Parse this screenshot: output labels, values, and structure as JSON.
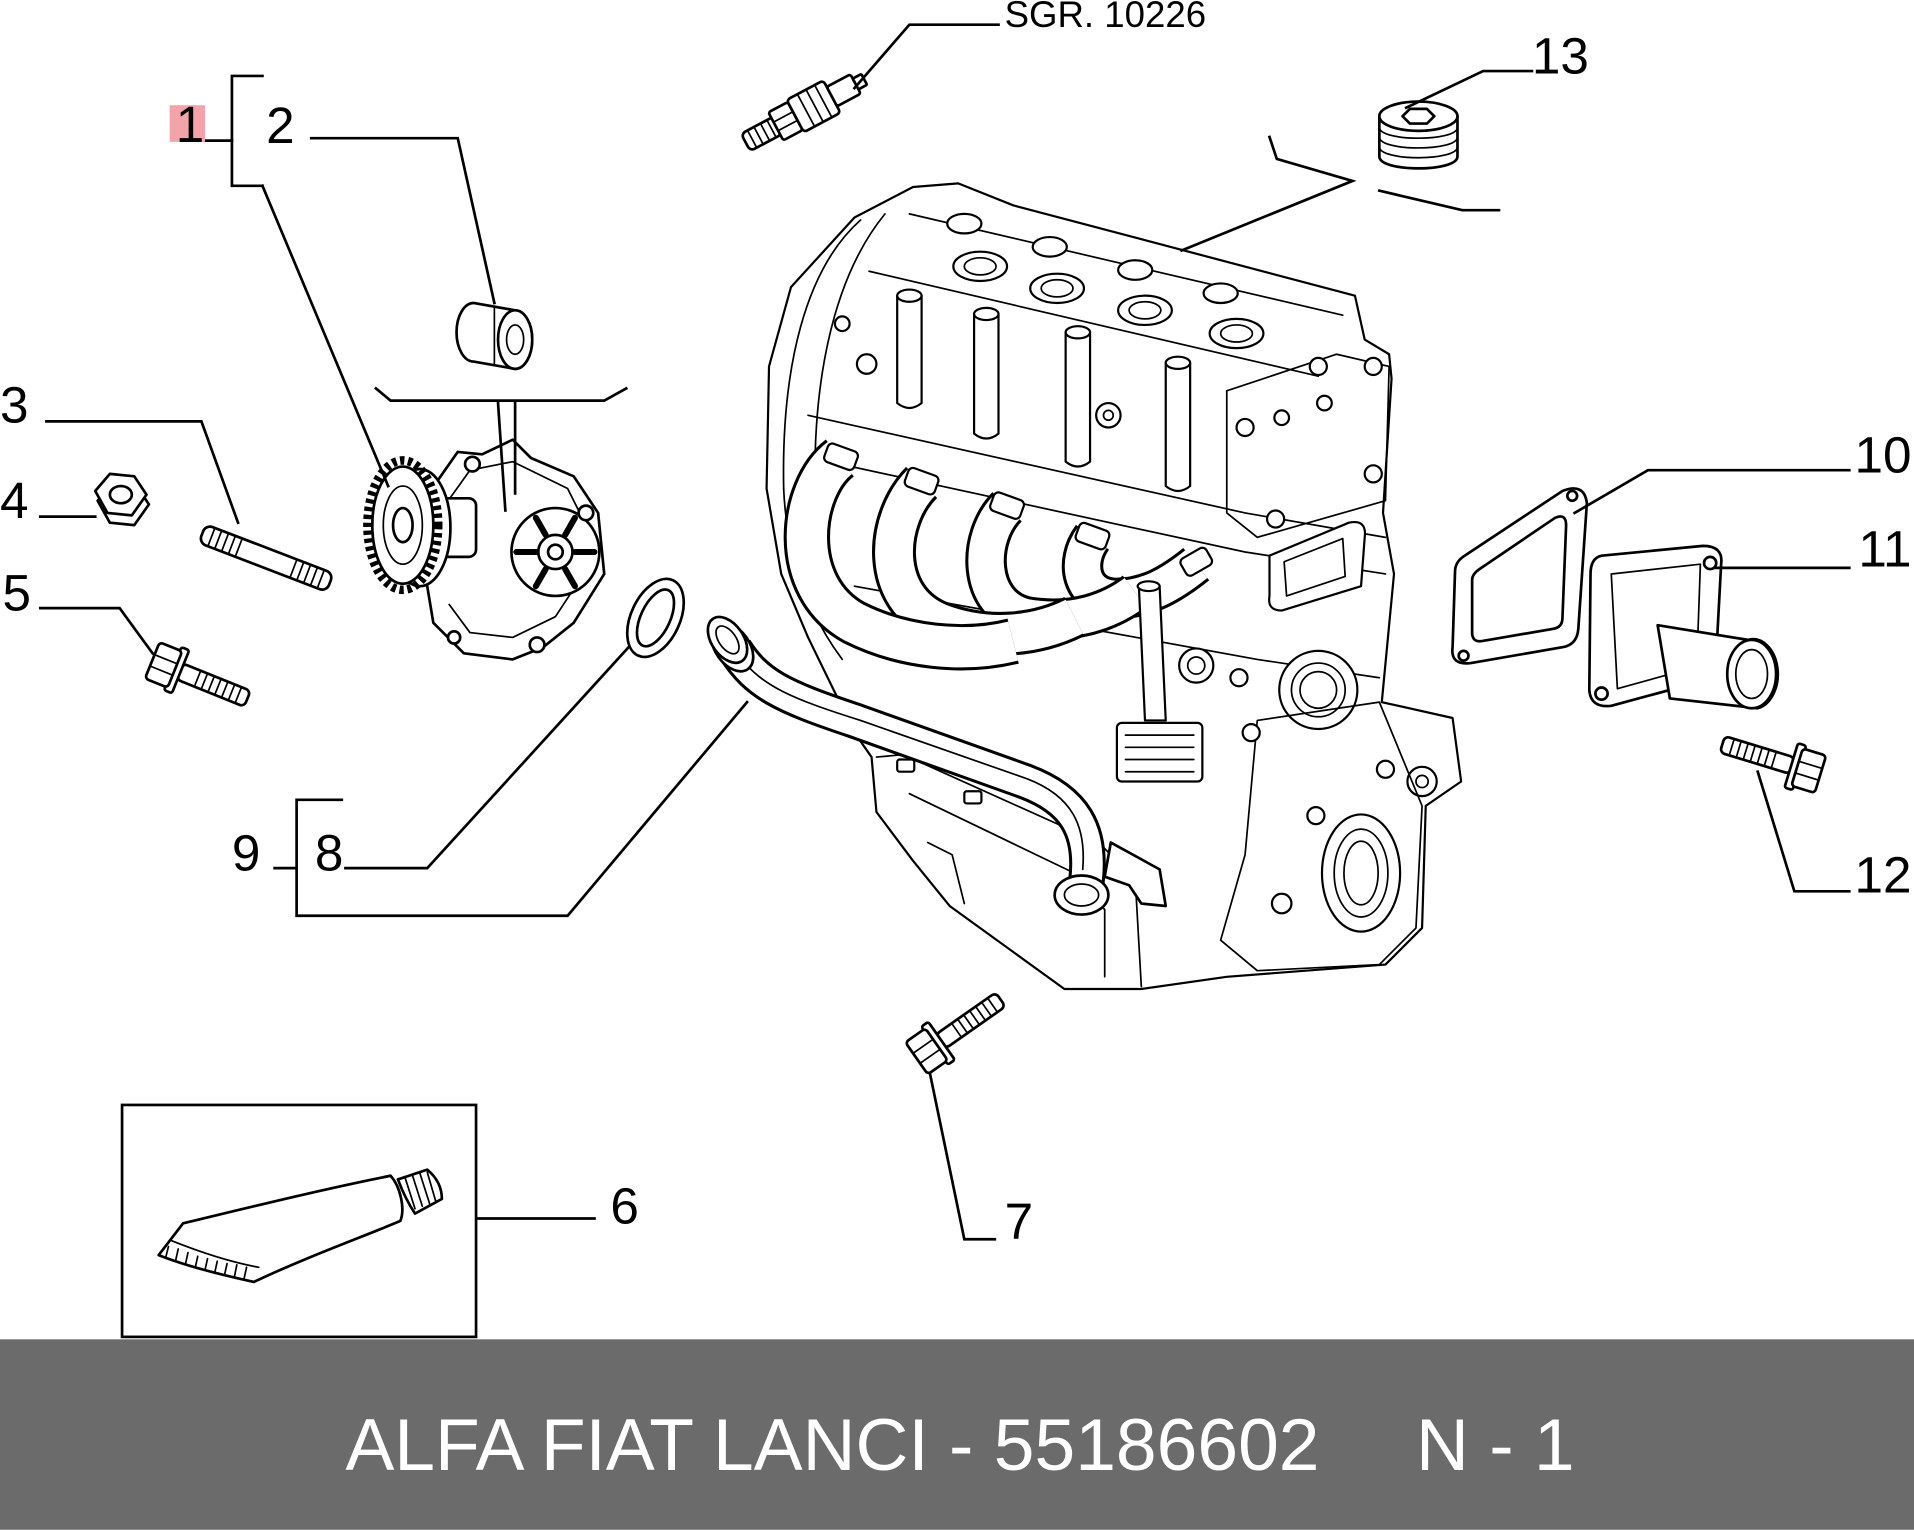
{
  "diagram": {
    "reference": "SGR. 10226",
    "callouts": [
      "1",
      "2",
      "3",
      "4",
      "5",
      "6",
      "7",
      "8",
      "9",
      "10",
      "11",
      "12",
      "13"
    ]
  },
  "footer": {
    "title": "ALFA FIAT LANCI - 55186602",
    "code": "N - 1"
  },
  "colors": {
    "highlight": "#f4a3ab",
    "footer_bg": "#6b6b6b",
    "line": "#000000"
  }
}
